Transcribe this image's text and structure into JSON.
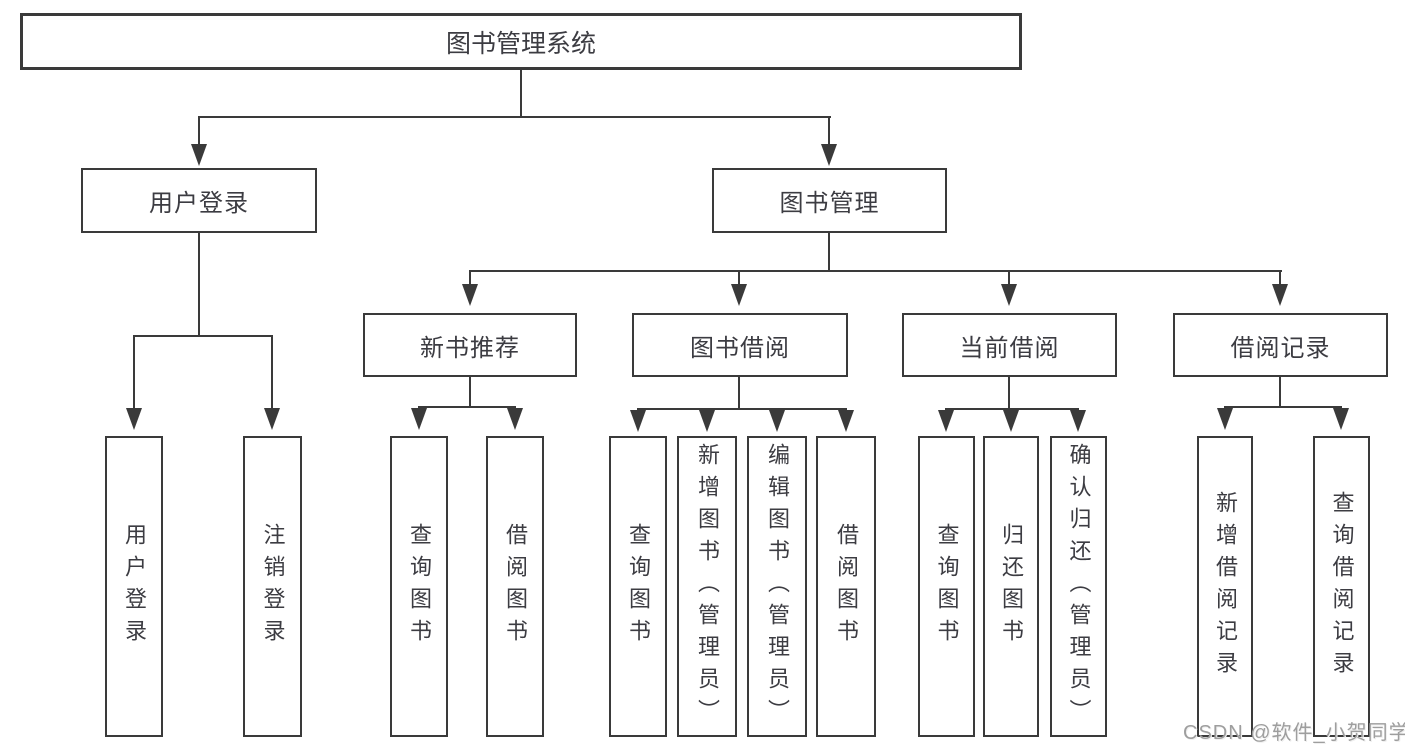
{
  "tree": {
    "label": "图书管理系统",
    "children": [
      {
        "label": "用户登录",
        "children": [
          {
            "label": "用户登录"
          },
          {
            "label": "注销登录"
          }
        ]
      },
      {
        "label": "图书管理",
        "children": [
          {
            "label": "新书推荐",
            "children": [
              {
                "label": "查询图书"
              },
              {
                "label": "借阅图书"
              }
            ]
          },
          {
            "label": "图书借阅",
            "children": [
              {
                "label": "查询图书"
              },
              {
                "label": "新增图书（管理员）"
              },
              {
                "label": "编辑图书（管理员）"
              },
              {
                "label": "借阅图书"
              }
            ]
          },
          {
            "label": "当前借阅",
            "children": [
              {
                "label": "查询图书"
              },
              {
                "label": "归还图书"
              },
              {
                "label": "确认归还（管理员）"
              }
            ]
          },
          {
            "label": "借阅记录",
            "children": [
              {
                "label": "新增借阅记录"
              },
              {
                "label": "查询借阅记录"
              }
            ]
          }
        ]
      }
    ]
  },
  "watermark": {
    "text": "CSDN @软件_小贺同学"
  },
  "colors": {
    "line": "#3a3a3a",
    "text": "#3c3c42",
    "watermark": "#9e9e9e",
    "background": "#ffffff"
  }
}
